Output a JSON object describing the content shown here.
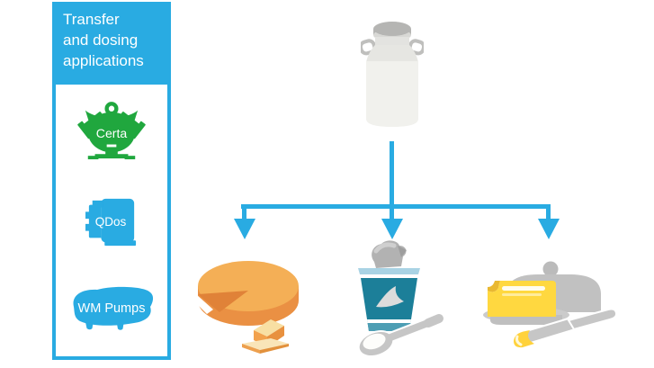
{
  "sidebar": {
    "title_lines": [
      "Transfer",
      "and dosing",
      "applications"
    ],
    "items": [
      {
        "label": "Certa",
        "icon": "certa-pump-icon",
        "color": "#20A73E"
      },
      {
        "label": "QDos",
        "icon": "qdos-pump-icon",
        "color": "#29ABE2"
      },
      {
        "label": "WM Pumps",
        "icon": "wm-pump-icon",
        "color": "#29ABE2"
      }
    ]
  },
  "diagram": {
    "source": {
      "icon": "milk-churn-icon",
      "name": "milk churn"
    },
    "arrow_color": "#29ABE2",
    "targets": [
      {
        "icon": "cheese-icon",
        "name": "cheese"
      },
      {
        "icon": "yogurt-icon",
        "name": "yogurt"
      },
      {
        "icon": "butter-icon",
        "name": "butter"
      }
    ]
  },
  "colors": {
    "brand_blue": "#29ABE2",
    "certa_green": "#20A73E",
    "cheese_orange_top": "#F4AF56",
    "cheese_orange_side": "#EA9043",
    "yogurt_teal": "#1C7F99",
    "yogurt_rim_blue": "#A9D3E4",
    "butter_yellow": "#FFD840",
    "metal_gray": "#C6C6C6"
  }
}
